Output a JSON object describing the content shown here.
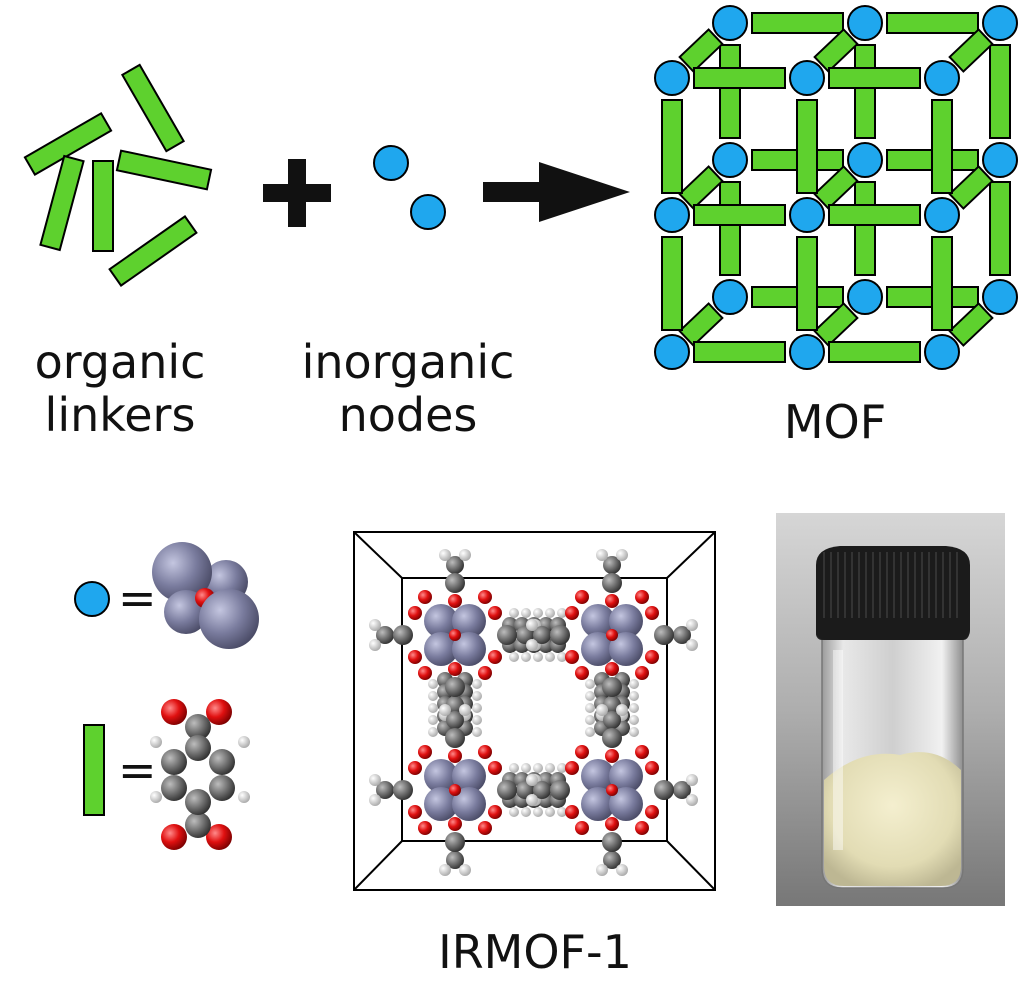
{
  "labels": {
    "organic_linkers": [
      "organic",
      "linkers"
    ],
    "inorganic_nodes": [
      "inorganic",
      "nodes"
    ],
    "mof": "MOF",
    "irmof": "IRMOF-1",
    "equals": "="
  },
  "colors": {
    "linker_green": "#5ed12e",
    "node_blue": "#1fa7ee",
    "stroke": "#000000",
    "zinc_gray": "#7a7c9e",
    "oxygen_red": "#e01010",
    "carbon_gray": "#6e6e6e",
    "hydrogen_white": "#f2f2f2"
  },
  "icons": [
    "plus-icon",
    "arrow-right-icon"
  ]
}
